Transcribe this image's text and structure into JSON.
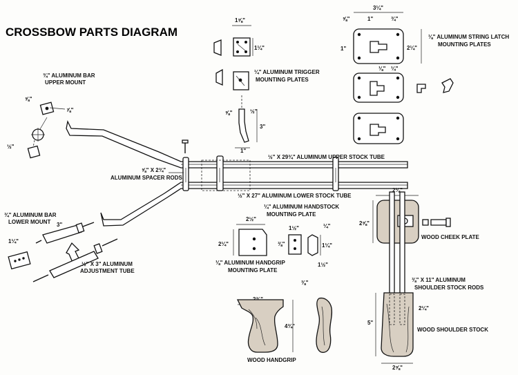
{
  "title": "CROSSBOW PARTS DIAGRAM",
  "labels": {
    "upper_mount_1": "¾\" ALUMINUM BAR",
    "upper_mount_2": "UPPER MOUNT",
    "trigger_plates_1": "¼\" ALUMINUM TRIGGER",
    "trigger_plates_2": "MOUNTING PLATES",
    "string_latch_1": "⅛\" ALUMINUM STRING LATCH",
    "string_latch_2": "MOUNTING PLATES",
    "upper_stock_tube": "½\" X 29¾\" ALUMINUM UPPER STOCK TUBE",
    "spacer_rods_1": "⅝\" X 2¾\"",
    "spacer_rods_2": "ALUMINUM SPACER RODS",
    "lower_stock_tube": "½\" X 27\" ALUMINUM LOWER STOCK TUBE",
    "lower_mount_1": "¾\" ALUMINUM BAR",
    "lower_mount_2": "LOWER MOUNT",
    "adjust_tube_1": "½\" X 3\" ALUMINUM",
    "adjust_tube_2": "ADJUSTMENT TUBE",
    "handstock_plate_1": "¼\" ALUMINUM HANDSTOCK",
    "handstock_plate_2": "MOUNTING PLATE",
    "handgrip_plate_1": "⅛\" ALUMINUM HANDGRIP",
    "handgrip_plate_2": "MOUNTING PLATE",
    "cheek_plate": "WOOD CHEEK PLATE",
    "shoulder_rods_1": "⅜\" X 11\" ALUMINUM",
    "shoulder_rods_2": "SHOULDER STOCK RODS",
    "shoulder_stock": "WOOD SHOULDER STOCK",
    "handgrip": "WOOD HANDGRIP"
  },
  "dims": {
    "latch_width": "3¼\"",
    "latch_a": "⅝\"",
    "latch_b": "1\"",
    "latch_c": "¾\"",
    "latch_height": "2¼\"",
    "latch_side": "1\"",
    "latch_small": "⅛\"",
    "latch_small2": "¼\"",
    "trig_width": "1⅝\"",
    "trig_height": "1¼\"",
    "trig_lever_w": "⅝\"",
    "trig_lever_s": "½\"",
    "trig_lever_h": "3\"",
    "trig_lever_b": "1\"",
    "upm_a": "⅝\"",
    "upm_b": "⅞\"",
    "upm_c": "½\"",
    "lower_len": "3\"",
    "lower_w": "1¼\"",
    "hgp_w": "2½\"",
    "hgp_h": "2¼\"",
    "hsp_w": "1½\"",
    "hsp_a": "¼\"",
    "hsp_b": "⅜\"",
    "hsp_h": "1¼\"",
    "hg_w": "2¾\"",
    "hg_h": "4¾\"",
    "hg_side": "1½\"",
    "hg_side2": "⅜\"",
    "cp_w": "2⅛\"",
    "cp_h": "2⅝\"",
    "ss_h": "5\"",
    "ss_w": "2¼\"",
    "ss_bw": "2⅝\""
  }
}
